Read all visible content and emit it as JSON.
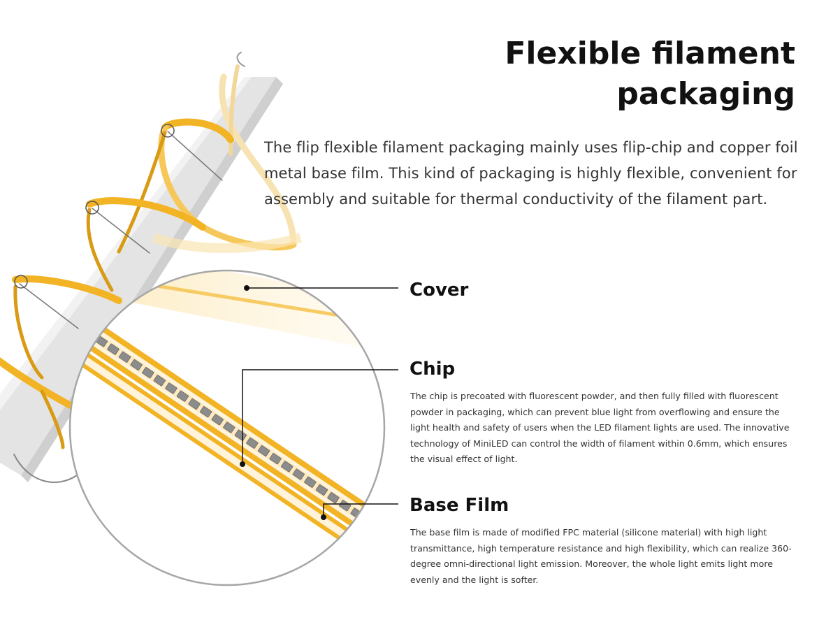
{
  "heading": {
    "title": "Flexible filament packaging",
    "intro": "The flip flexible filament packaging mainly uses flip-chip and copper foil metal base film. This kind of packaging is highly flexible, convenient for assembly and suitable for thermal conductivity of the filament part."
  },
  "sections": {
    "cover": {
      "title": "Cover"
    },
    "chip": {
      "title": "Chip",
      "text": "The chip is precoated with fluorescent powder, and then fully filled with fluorescent powder in packaging, which can prevent blue light from overflowing and ensure the light health and safety of users when the LED filament lights are used. The innovative technology of MiniLED can control the width of filament within 0.6mm, which ensures the visual effect of light."
    },
    "base_film": {
      "title": "Base Film",
      "text": "The base film is made of modified FPC material (silicone material) with high light transmittance, high temperature resistance and high flexibility, which can realize 360-degree omni-directional light emission. Moreover, the whole light emits light more evenly and the light is softer."
    }
  },
  "colors": {
    "filament": "#f2b324",
    "filament_light": "#f8d27a",
    "stem": "#d9d9d9",
    "chip": "#8c8c8c",
    "text_dark": "#111111",
    "text_body": "#333333"
  },
  "icons": {
    "filament_illustration": "led-filament-coil",
    "magnifier": "magnifier-circle"
  }
}
